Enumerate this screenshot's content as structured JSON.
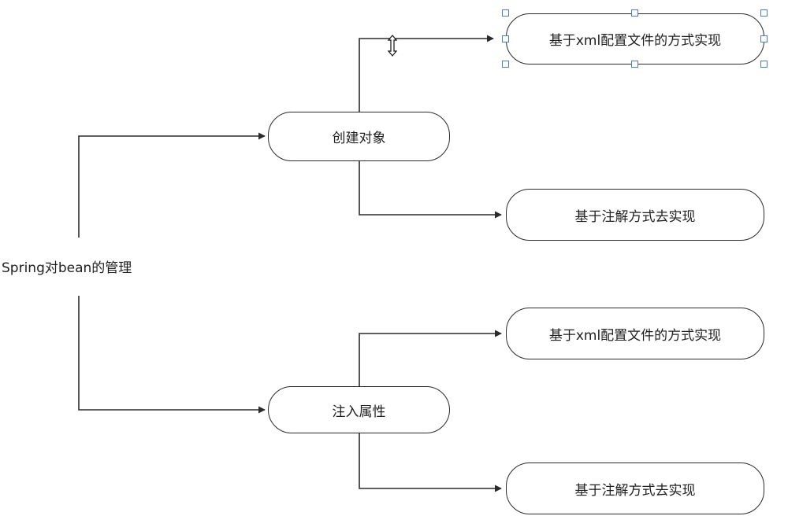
{
  "diagram": {
    "root": {
      "label": "Spring对bean的管理"
    },
    "branches": [
      {
        "label": "创建对象",
        "children": [
          {
            "label": "基于xml配置文件的方式实现",
            "selected": true
          },
          {
            "label": "基于注解方式去实现",
            "selected": false
          }
        ]
      },
      {
        "label": "注入属性",
        "children": [
          {
            "label": "基于xml配置文件的方式实现",
            "selected": false
          },
          {
            "label": "基于注解方式去实现",
            "selected": false
          }
        ]
      }
    ],
    "colors": {
      "line": "#2b2b2b",
      "selection_handle": "#4a7bd4",
      "background": "#ffffff"
    }
  }
}
